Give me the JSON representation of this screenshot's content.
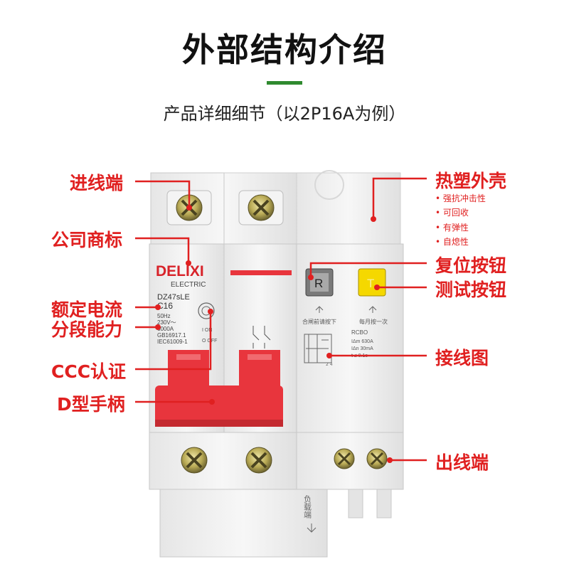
{
  "header": {
    "title": "外部结构介绍",
    "subtitle": "产品详细细节（以2P16A为例）"
  },
  "labels": {
    "inlet": "进线端",
    "logo": "公司商标",
    "rated_current": "额定电流",
    "breaking_capacity": "分段能力",
    "ccc": "CCC认证",
    "handle": "D型手柄",
    "shell": "热塑外壳",
    "reset": "复位按钮",
    "test": "测试按钮",
    "wiring": "接线图",
    "outlet": "出线端"
  },
  "shell_features": [
    "强抗冲击性",
    "可回收",
    "有弹性",
    "自熄性"
  ],
  "device": {
    "brand": "DELIXI",
    "brand_sub": "ELECTRIC",
    "model": "DZ47sLE",
    "rating": "C16",
    "freq": "50Hz",
    "voltage": "230V～",
    "capacity": "6000A",
    "std1": "GB16917.1",
    "std2": "IEC61009-1",
    "on_text": "I ON",
    "off_text": "O OFF",
    "reset_letter": "R",
    "test_letter": "T",
    "reset_caption": "合闸前请按下",
    "test_caption": "每月按一次",
    "rcbo": "RCBO",
    "inm": "IΔm 630A",
    "in_ma": "IΔn 30mA",
    "t": "t ≤ 0.1s",
    "load_text": "负载端",
    "terminals": "2  4"
  },
  "colors": {
    "accent": "#e02020",
    "handle": "#e8353d",
    "green_bar": "#2f8a2f"
  }
}
